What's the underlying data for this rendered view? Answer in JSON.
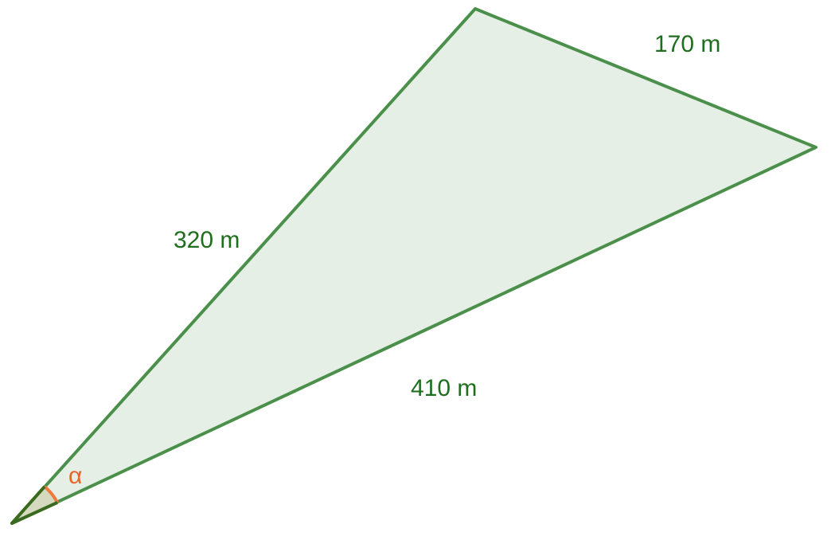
{
  "triangle": {
    "sides": [
      {
        "id": "top",
        "label": "170 m"
      },
      {
        "id": "left",
        "label": "320 m"
      },
      {
        "id": "bottom",
        "label": "410 m"
      }
    ],
    "angle": {
      "label": "α"
    }
  },
  "colors": {
    "fill": "#e6efe6",
    "stroke": "#4a8f4a",
    "label": "#1e6e1e",
    "angle_stroke": "#f07a3c",
    "angle_fill": "#d4d9c0",
    "angle_label": "#e8642a",
    "vertex": "#3a6a1e"
  }
}
